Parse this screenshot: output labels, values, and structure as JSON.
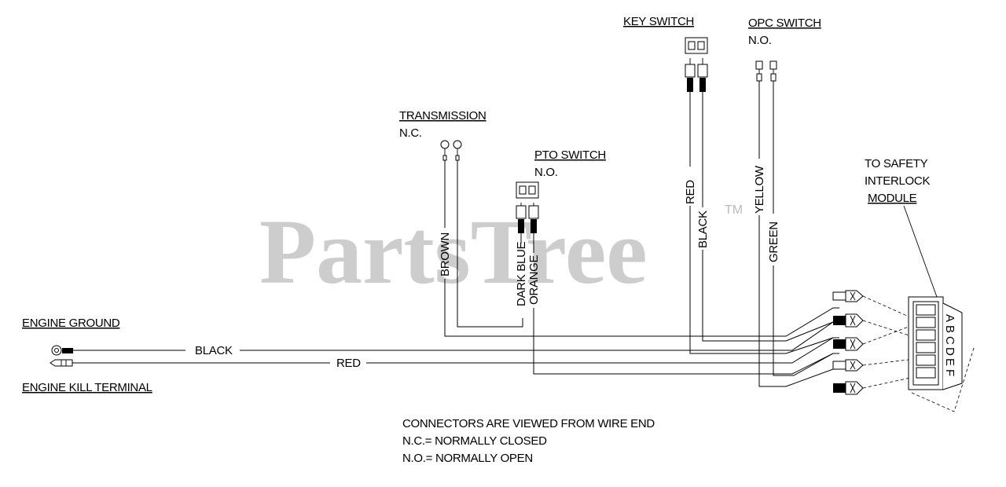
{
  "watermark": {
    "text": "PartsTree",
    "tm": "TM"
  },
  "labels": {
    "key_switch": "KEY SWITCH",
    "opc_switch": "OPC SWITCH",
    "opc_state": "N.O.",
    "transmission": "TRANSMISSION",
    "transmission_state": "N.C.",
    "pto_switch": "PTO SWITCH",
    "pto_state": "N.O.",
    "safety_module_1": "TO SAFETY",
    "safety_module_2": "INTERLOCK",
    "safety_module_3": "MODULE",
    "engine_ground": "ENGINE GROUND",
    "engine_kill": "ENGINE KILL TERMINAL"
  },
  "wire_labels": {
    "brown": "BROWN",
    "dark_blue": "DARK BLUE",
    "orange": "ORANGE",
    "red_key": "RED",
    "black_key": "BLACK",
    "yellow": "YELLOW",
    "green": "GREEN",
    "black_ground": "BLACK",
    "red_kill": "RED"
  },
  "pins": [
    "A",
    "B",
    "C",
    "D",
    "E",
    "F"
  ],
  "notes": [
    "CONNECTORS ARE VIEWED FROM WIRE END",
    "N.C.= NORMALLY CLOSED",
    "N.O.= NORMALLY OPEN"
  ]
}
